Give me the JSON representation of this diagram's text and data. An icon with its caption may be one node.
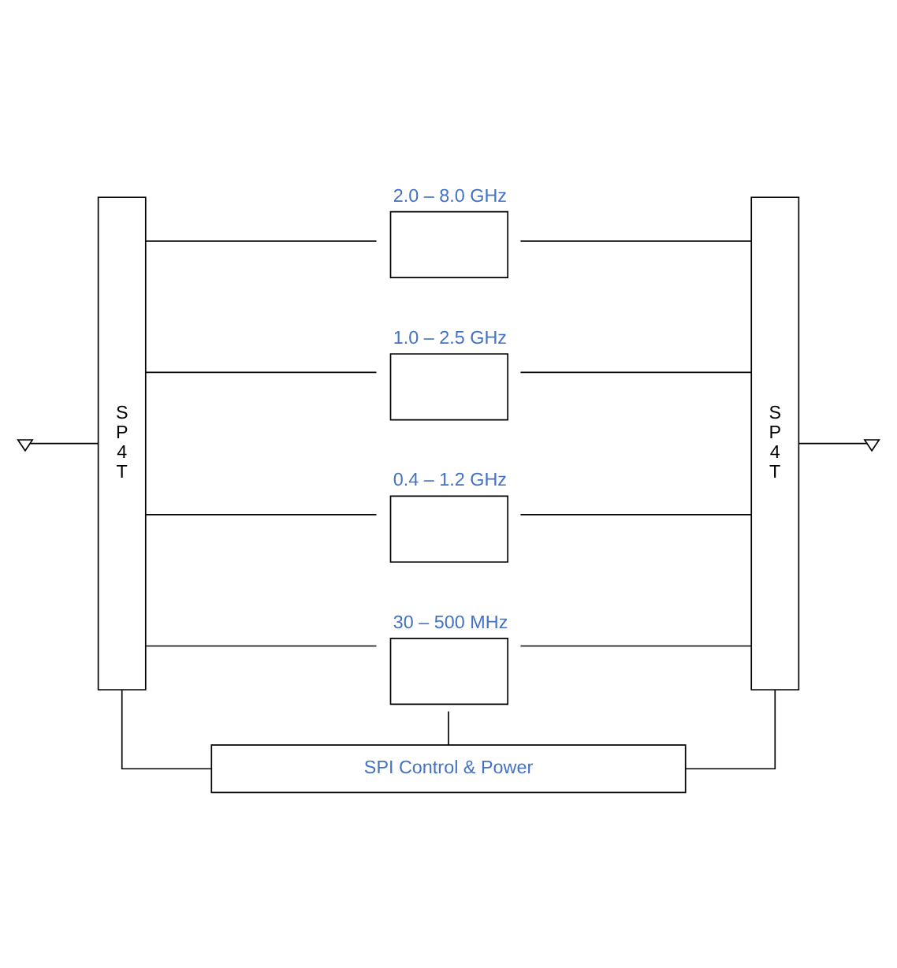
{
  "diagram": {
    "nodes": [
      {
        "text": [
          "S P 4 T"
        ]
      },
      {
        "text": [
          "2.0 – 8.0 GHz"
        ]
      },
      {
        "text": [
          "1.0 – 2.5 GHz"
        ]
      },
      {
        "text": [
          "0.4 – 1.2 GHz"
        ]
      },
      {
        "text": [
          "30 – 500 MHz"
        ]
      },
      {
        "text": [
          "S P 4 T"
        ]
      },
      {
        "text": [
          "SPI Control & Power"
        ]
      },
      {
        "text": [],
        "shape": "antenna"
      },
      {
        "text": [],
        "shape": "antenna"
      }
    ],
    "edges": [
      {
        "from": 7,
        "to": 0,
        "arrow": "none"
      },
      {
        "from": 0,
        "to": 1,
        "arrow": "none"
      },
      {
        "from": 0,
        "to": 2,
        "arrow": "none"
      },
      {
        "from": 0,
        "to": 3,
        "arrow": "none"
      },
      {
        "from": 0,
        "to": 4,
        "arrow": "none"
      },
      {
        "from": 1,
        "to": 5,
        "arrow": "none"
      },
      {
        "from": 2,
        "to": 5,
        "arrow": "none"
      },
      {
        "from": 3,
        "to": 5,
        "arrow": "none"
      },
      {
        "from": 4,
        "to": 5,
        "arrow": "none"
      },
      {
        "from": 5,
        "to": 8,
        "arrow": "none"
      },
      {
        "from": 0,
        "to": 6,
        "arrow": "none"
      },
      {
        "from": 4,
        "to": 6,
        "arrow": "none"
      },
      {
        "from": 5,
        "to": 6,
        "arrow": "none"
      }
    ]
  }
}
